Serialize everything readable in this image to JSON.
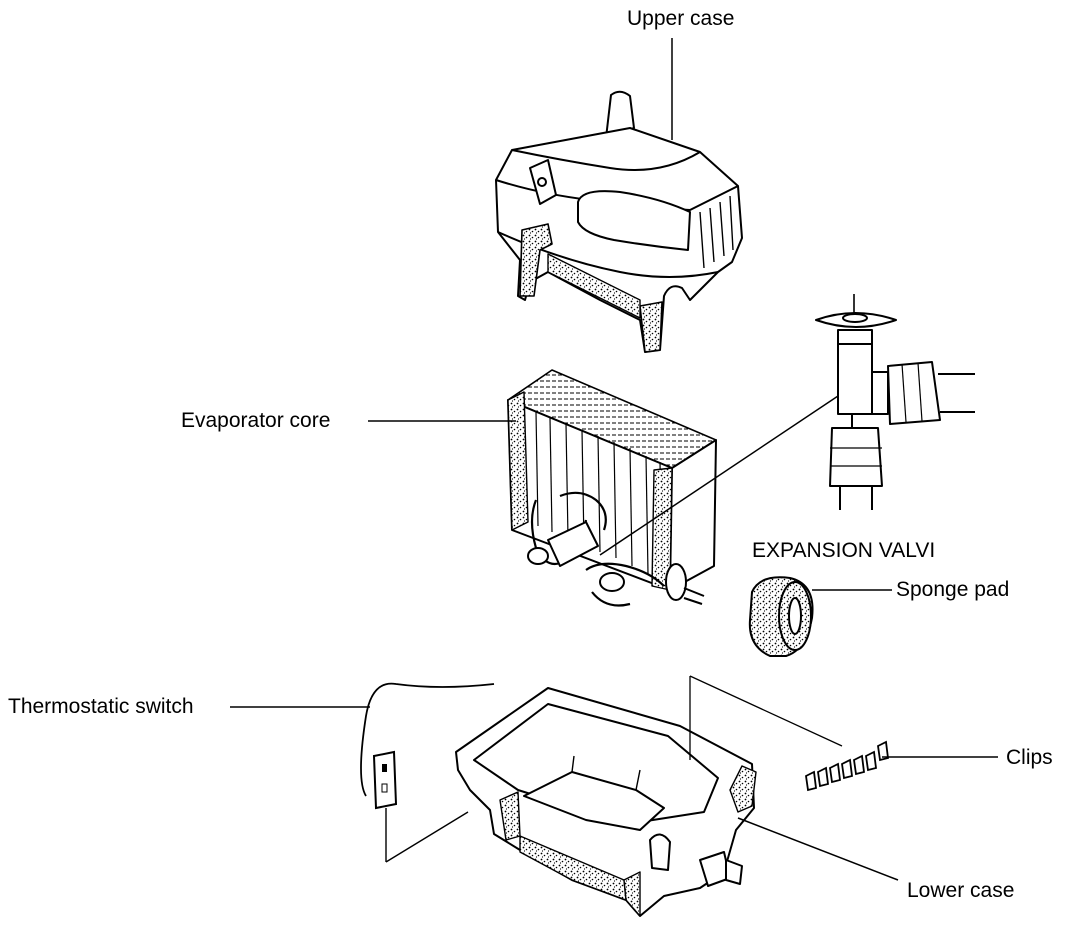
{
  "diagram": {
    "labels": {
      "upper_case": "Upper case",
      "evaporator_core": "Evaporator core",
      "expansion_valve": "EXPANSION VALVI",
      "sponge_pad": "Sponge pad",
      "thermostatic_switch": "Thermostatic switch",
      "clips": "Clips",
      "lower_case": "Lower case"
    },
    "colors": {
      "ink": "#000000",
      "paper": "#ffffff"
    }
  }
}
